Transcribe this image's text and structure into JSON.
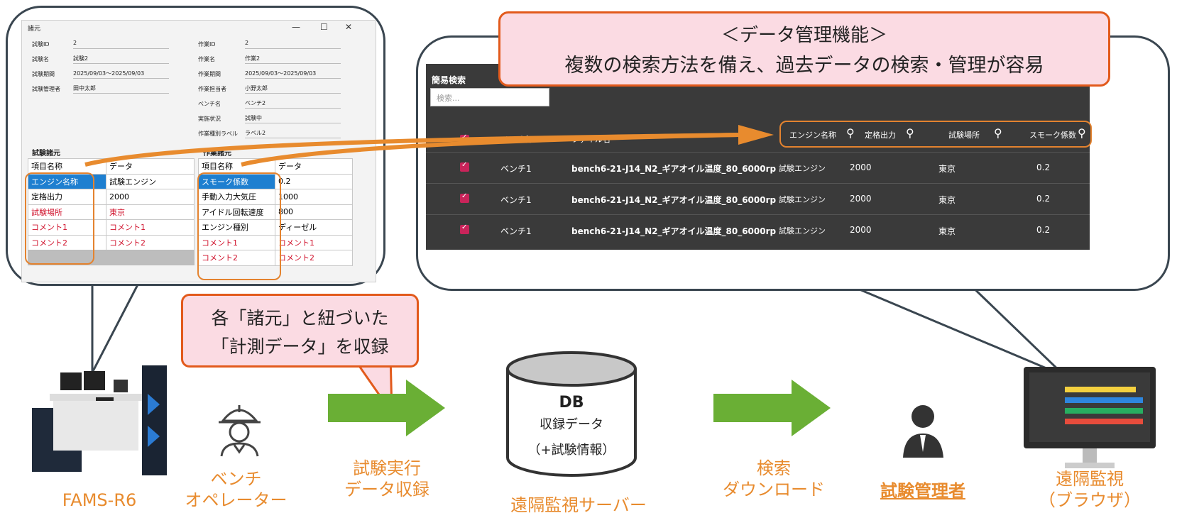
{
  "window": {
    "title": "諸元",
    "controls": [
      "—",
      "☐",
      "✕"
    ],
    "left_fields": [
      {
        "label": "試験ID",
        "value": "2"
      },
      {
        "label": "試験名",
        "value": "試験2"
      },
      {
        "label": "試験期間",
        "value": "2025/09/03～2025/09/03"
      },
      {
        "label": "試験管理者",
        "value": "田中太郎"
      }
    ],
    "right_fields": [
      {
        "label": "作業ID",
        "value": "2"
      },
      {
        "label": "作業名",
        "value": "作業2"
      },
      {
        "label": "作業期間",
        "value": "2025/09/03～2025/09/03"
      },
      {
        "label": "作業担当者",
        "value": "小野太郎"
      },
      {
        "label": "ベンチ名",
        "value": "ベンチ2"
      },
      {
        "label": "実施状況",
        "value": "試験中"
      },
      {
        "label": "作業種別ラベル",
        "value": "ラベル2"
      }
    ],
    "left_section_title": "試験諸元",
    "right_section_title": "作業諸元",
    "left_table": {
      "headers": [
        "項目名称",
        "データ"
      ],
      "rows": [
        [
          "エンジン名称",
          "試験エンジン"
        ],
        [
          "定格出力",
          "2000"
        ],
        [
          "試験場所",
          "東京"
        ],
        [
          "コメント1",
          "コメント1"
        ],
        [
          "コメント2",
          "コメント2"
        ]
      ]
    },
    "right_table": {
      "headers": [
        "項目名称",
        "データ"
      ],
      "rows": [
        [
          "スモーク係数",
          "0.2"
        ],
        [
          "手動入力大気圧",
          "1000"
        ],
        [
          "アイドル回転速度",
          "800"
        ],
        [
          "エンジン種別",
          "ディーゼル"
        ],
        [
          "コメント1",
          "コメント1"
        ],
        [
          "コメント2",
          "コメント2"
        ]
      ]
    }
  },
  "data_panel": {
    "quick_search_label": "簡易検索",
    "search_placeholder": "検索...",
    "columns_hidden": [
      "ベンチ名",
      "ファイル名"
    ],
    "filter_columns": [
      "エンジン名称",
      "定格出力",
      "試験場所",
      "スモーク係数"
    ],
    "rows": [
      {
        "bench": "ベンチ1",
        "file": "bench6-21-J14_N2_ギアオイル温度_80_6000rp",
        "engine": "試験エンジン",
        "output": "2000",
        "place": "東京",
        "smoke": "0.2"
      },
      {
        "bench": "ベンチ1",
        "file": "bench6-21-J14_N2_ギアオイル温度_80_6000rp",
        "engine": "試験エンジン",
        "output": "2000",
        "place": "東京",
        "smoke": "0.2"
      },
      {
        "bench": "ベンチ1",
        "file": "bench6-21-J14_N2_ギアオイル温度_80_6000rp",
        "engine": "試験エンジン",
        "output": "2000",
        "place": "東京",
        "smoke": "0.2"
      }
    ]
  },
  "callout_top": {
    "line1": "＜データ管理機能＞",
    "line2": "複数の検索方法を備え、過去データの検索・管理が容易"
  },
  "callout_mid": {
    "line1": "各「諸元」と紐づいた",
    "line2": "「計測データ」を収録"
  },
  "db": {
    "title": "DB",
    "line1": "収録データ",
    "line2": "（+試験情報）"
  },
  "labels": {
    "fams": "FAMS-R6",
    "operator_1": "ベンチ",
    "operator_2": "オペレーター",
    "exec_1": "試験実行",
    "exec_2": "データ収録",
    "server": "遠隔監視サーバー",
    "search_1": "検索",
    "search_2": "ダウンロード",
    "manager": "試験管理者",
    "remote_1": "遠隔監視",
    "remote_2": "（ブラウザ）"
  },
  "colors": {
    "orange": "#e88b2e",
    "green": "#6aaf35",
    "callout_border": "#e25a1c",
    "callout_fill": "#fbdbe3",
    "selection_blue": "#1e7fd0",
    "red_text": "#d0112b"
  }
}
